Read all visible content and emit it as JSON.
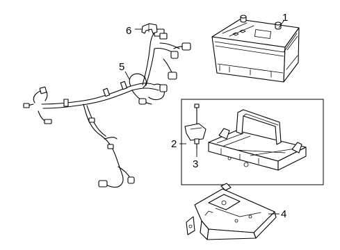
{
  "callouts": {
    "battery": "1",
    "tray_assembly": "2",
    "hold_down_bolt": "3",
    "bracket": "4",
    "wiring_harness": "5",
    "clip": "6"
  }
}
